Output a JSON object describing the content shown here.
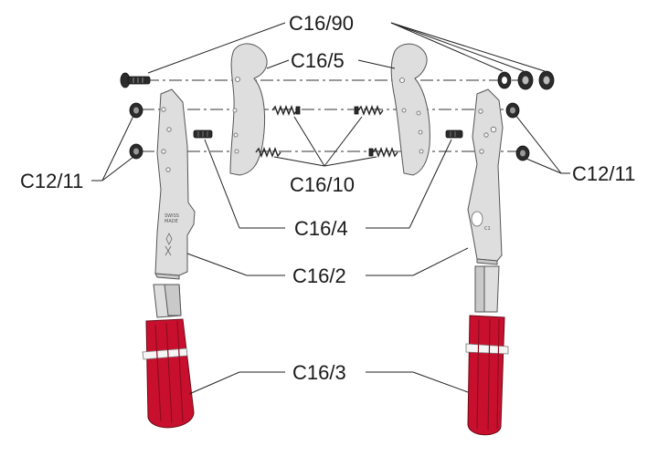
{
  "labels": {
    "bolt": "C16/90",
    "blade": "C16/5",
    "nut_left": "C12/11",
    "nut_right": "C12/11",
    "spring": "C16/10",
    "pin": "C16/4",
    "arm": "C16/2",
    "grip": "C16/3"
  },
  "colors": {
    "grip": "#c8102e",
    "metal": "#dedede",
    "line": "#222222"
  }
}
